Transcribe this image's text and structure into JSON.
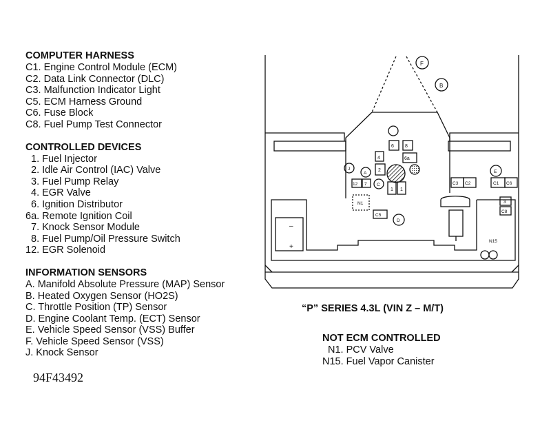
{
  "legend": {
    "computer_harness": {
      "title": "COMPUTER HARNESS",
      "items": [
        "C1. Engine Control Module (ECM)",
        "C2. Data Link Connector (DLC)",
        "C3. Malfunction Indicator Light",
        "C5. ECM Harness Ground",
        "C6. Fuse Block",
        "C8. Fuel Pump Test Connector"
      ]
    },
    "controlled_devices": {
      "title": "CONTROLLED DEVICES",
      "items": [
        "1. Fuel Injector",
        "2. Idle Air Control (IAC) Valve",
        "3. Fuel Pump Relay",
        "4. EGR Valve",
        "6. Ignition Distributor",
        "6a. Remote Ignition Coil",
        "7. Knock Sensor Module",
        "8. Fuel Pump/Oil Pressure Switch",
        "12. EGR Solenoid"
      ]
    },
    "information_sensors": {
      "title": "INFORMATION SENSORS",
      "items": [
        "A. Manifold Absolute Pressure (MAP) Sensor",
        "B. Heated Oxygen Sensor (HO2S)",
        "C. Throttle Position (TP) Sensor",
        "D. Engine Coolant Temp. (ECT) Sensor",
        "E. Vehicle Speed Sensor (VSS) Buffer",
        "F. Vehicle Speed Sensor (VSS)",
        "J. Knock Sensor"
      ]
    }
  },
  "figure_id": "94F43492",
  "caption": "“P” SERIES 4.3L (VIN Z – M/T)",
  "not_ecm": {
    "title": "NOT ECM CONTROLLED",
    "items": [
      "N1. PCV Valve",
      "N15. Fuel Vapor Canister"
    ]
  },
  "diagram_labels": {
    "F": "F",
    "B": "B",
    "J": "J",
    "A": "A",
    "C": "C",
    "D": "D",
    "E": "E",
    "n6": "6",
    "n8": "8",
    "n4": "4",
    "n6a": "6a",
    "n2": "2",
    "n12": "12",
    "n7": "7",
    "n1a": "1",
    "n1b": "1",
    "N1": "N1",
    "C5": "C5",
    "C3": "C3",
    "C2": "C2",
    "C1": "C1",
    "C6": "C6",
    "n3": "3",
    "C8": "C8",
    "N15": "N15",
    "minus": "–",
    "plus": "+"
  }
}
